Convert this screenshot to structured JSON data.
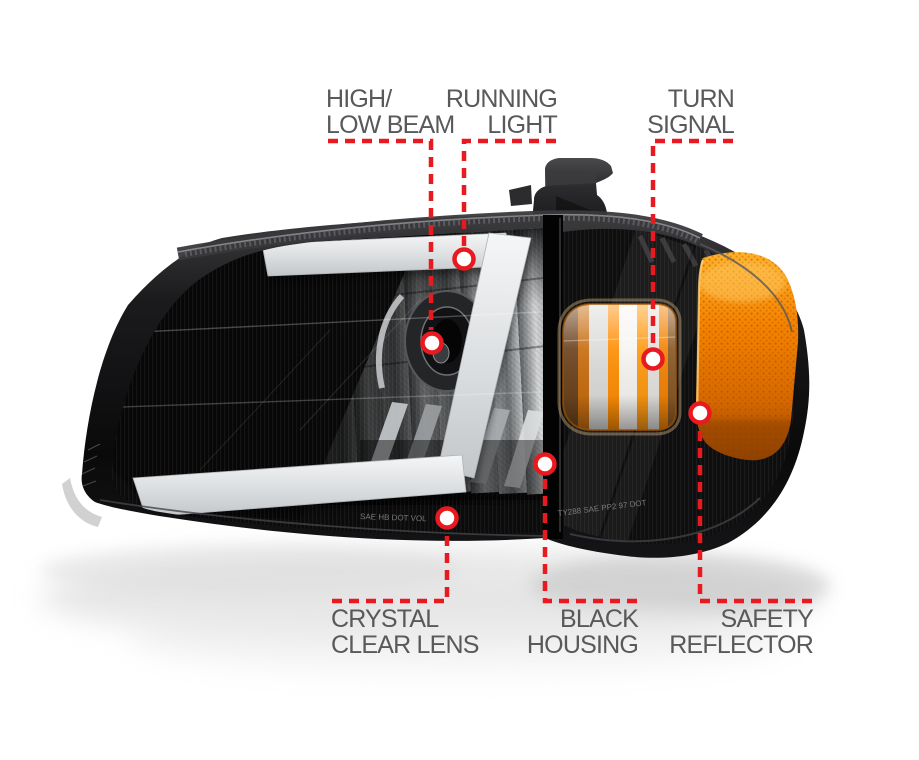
{
  "page": {
    "background_color": "#ffffff"
  },
  "annotations": {
    "line_color": "#e8191f",
    "text_color": "#58595b",
    "callouts": [
      {
        "id": "high-low-beam",
        "lines": [
          "HIGH/",
          "LOW BEAM"
        ]
      },
      {
        "id": "running-light",
        "lines": [
          "RUNNING",
          "LIGHT"
        ]
      },
      {
        "id": "turn-signal",
        "lines": [
          "TURN",
          "SIGNAL"
        ]
      },
      {
        "id": "crystal-clear-lens",
        "lines": [
          "CRYSTAL",
          "CLEAR LENS"
        ]
      },
      {
        "id": "black-housing",
        "lines": [
          "BLACK",
          "HOUSING"
        ]
      },
      {
        "id": "safety-reflector",
        "lines": [
          "SAFETY",
          "REFLECTOR"
        ]
      }
    ]
  },
  "product": {
    "type": "headlight-and-corner-lamp-assembly",
    "colors": {
      "housing_black": "#0e0e0f",
      "drl_bar_gray": "#dfe2e4",
      "chrome": "#d9dbdc",
      "amber_reflector": "#f08300",
      "amber_bright": "#ffb62a"
    },
    "lens_markings": {
      "main_lens": "SAE HB DOT VOL",
      "corner_lens": "TY288 SAE PP2 97 DOT"
    }
  }
}
